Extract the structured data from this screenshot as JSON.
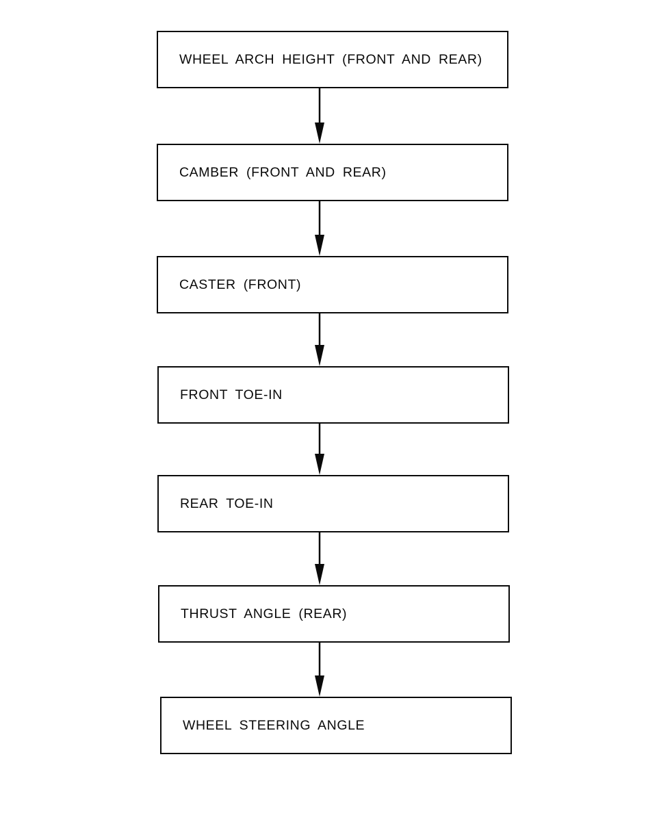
{
  "diagram": {
    "type": "flowchart",
    "direction": "top-to-bottom",
    "steps": [
      {
        "label": "WHEEL ARCH HEIGHT (FRONT AND REAR)"
      },
      {
        "label": "CAMBER (FRONT AND REAR)"
      },
      {
        "label": "CASTER (FRONT)"
      },
      {
        "label": "FRONT TOE-IN"
      },
      {
        "label": "REAR TOE-IN"
      },
      {
        "label": "THRUST ANGLE (REAR)"
      },
      {
        "label": "WHEEL STEERING ANGLE"
      }
    ],
    "connector": "down-arrow",
    "colors": {
      "ink": "#0a0a0a",
      "background": "#ffffff"
    }
  }
}
